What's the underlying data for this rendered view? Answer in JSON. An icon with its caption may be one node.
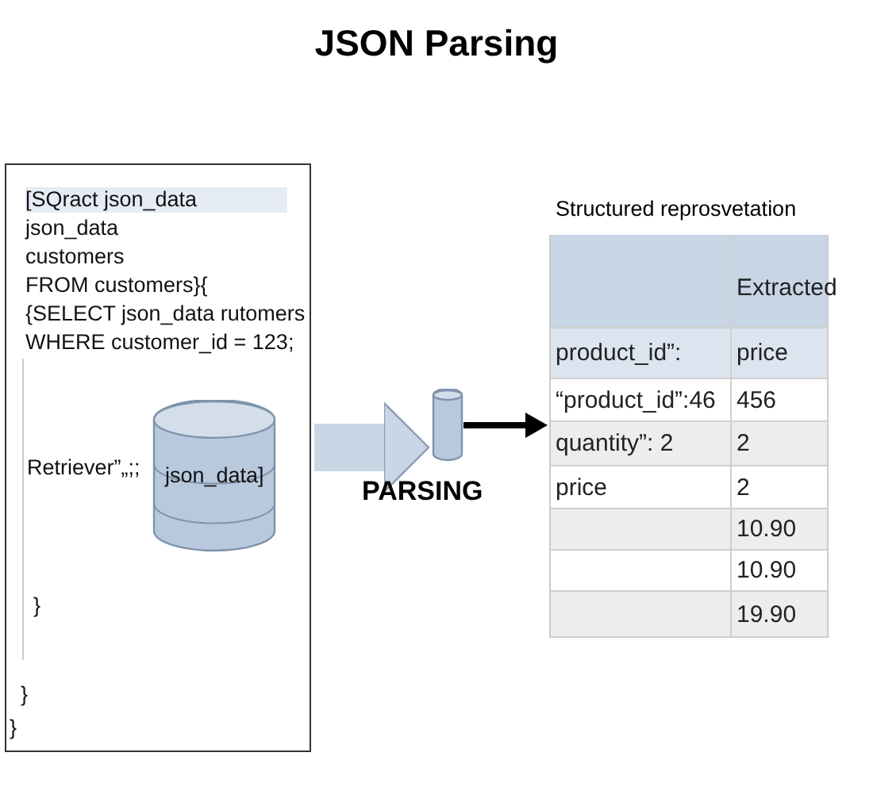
{
  "diagram": {
    "title": "JSON Parsing",
    "nodes": [
      {
        "text": [
          "[SQract json_data",
          "json_data",
          "customers",
          "FROM customers}{",
          "{SELECT json_data rutomers",
          "WHERE customer_id = 123;",
          "Retriever”„;;",
          "}",
          "}",
          "}"
        ]
      },
      {
        "text": [
          "json_data]"
        ],
        "in": 0
      },
      {
        "text": [],
        "shape": "cylinder",
        "beside": [
          "PARSING"
        ]
      },
      {
        "text": [
          "Structured reprosvetation"
        ]
      }
    ],
    "edges": [
      {
        "from": 0,
        "to": 2,
        "arrow": "to",
        "style": "thick",
        "color": "#c9d6e6"
      },
      {
        "from": 2,
        "to": 3,
        "arrow": "to",
        "color": "#000000"
      }
    ],
    "labels": [
      "Extracted",
      "product_id”:",
      "price",
      "“product_id”:46",
      "456",
      "quantity”: 2",
      "2",
      "price",
      "2",
      "10.90",
      "10.90",
      "19.90"
    ]
  }
}
